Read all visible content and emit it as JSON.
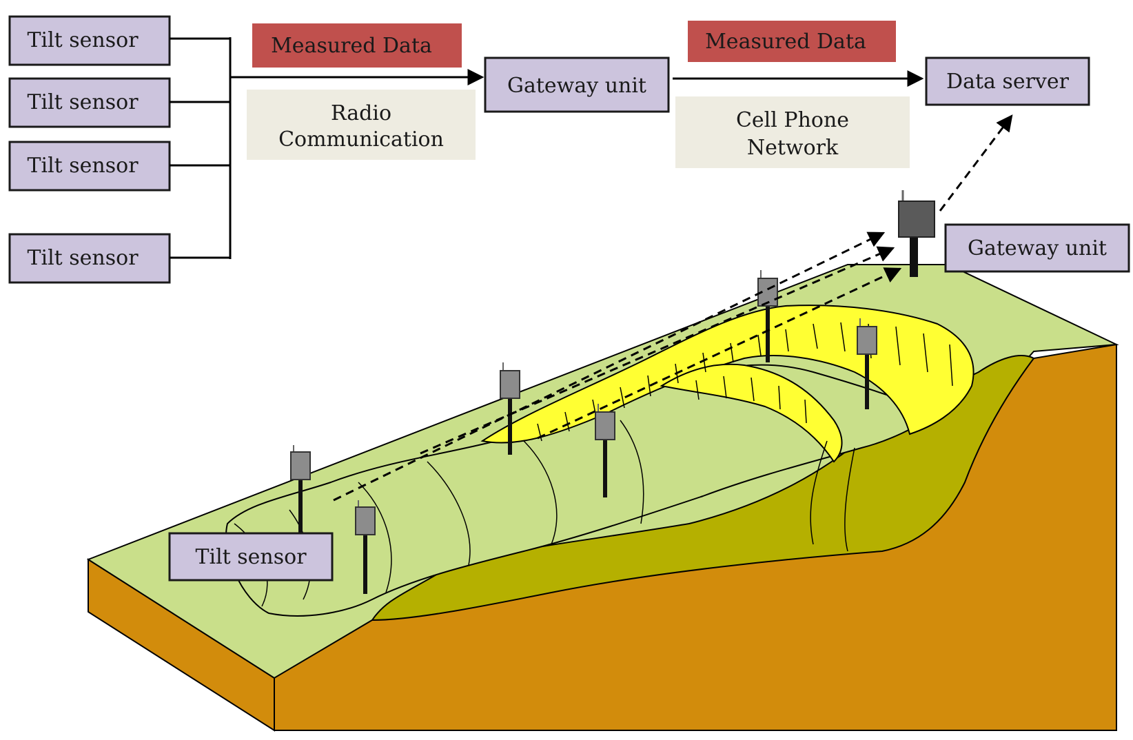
{
  "flow": {
    "sensors": [
      "Tilt sensor",
      "Tilt sensor",
      "Tilt sensor",
      "Tilt sensor"
    ],
    "radio_data_label": "Measured Data",
    "radio_link": [
      "Radio",
      "Communication"
    ],
    "gateway": "Gateway unit",
    "cell_data_label": "Measured Data",
    "cell_link": [
      "Cell Phone",
      "Network"
    ],
    "server": "Data server"
  },
  "scene": {
    "gateway_label": "Gateway unit",
    "sensor_label": "Tilt sensor"
  },
  "colors": {
    "box_fill": "#ccc4dd",
    "measured_fill": "#c0504d",
    "link_fill": "#eeece1",
    "grass": "#c9df8a",
    "yellow": "#ffff33",
    "olive": "#b5b000",
    "soil": "#d28c0c"
  }
}
